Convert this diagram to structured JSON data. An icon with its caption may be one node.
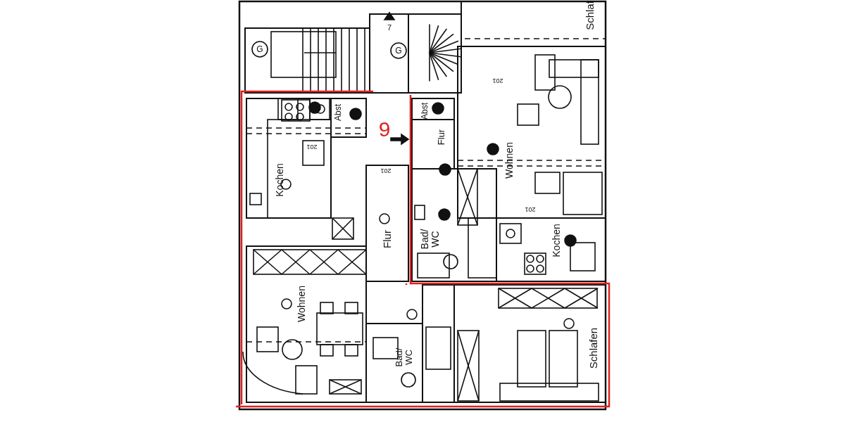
{
  "diagram": {
    "labels": [
      "Schlaf",
      "7",
      "G",
      "G",
      "Abst",
      "9",
      "Abst",
      "201",
      "Flur",
      "201",
      "Wohnen",
      "Kochen",
      "201",
      "Flur",
      "Bad/ WC",
      "201",
      "Kochen",
      "Wohnen",
      "Bad/ WC",
      "Schlafen"
    ]
  }
}
